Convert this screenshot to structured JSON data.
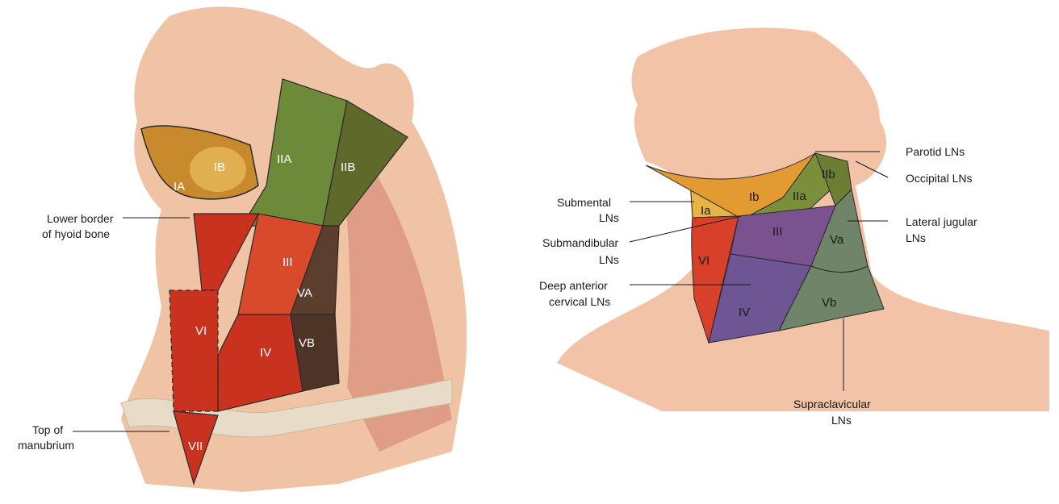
{
  "left_figure": {
    "zones": {
      "IA": "IA",
      "IB": "IB",
      "IIA": "IIA",
      "IIB": "IIB",
      "III": "III",
      "VA": "VA",
      "VB": "VB",
      "IV": "IV",
      "VI": "VI",
      "VII": "VII"
    },
    "labels": {
      "hyoid_line1": "Lower border",
      "hyoid_line2": "of hyoid bone",
      "manubrium_line1": "Top of",
      "manubrium_line2": "manubrium"
    }
  },
  "right_figure": {
    "zones": {
      "Ia": "Ia",
      "Ib": "Ib",
      "IIa": "IIa",
      "IIb": "IIb",
      "III": "III",
      "Va": "Va",
      "VI": "VI",
      "IV": "IV",
      "Vb": "Vb"
    },
    "labels": {
      "submental_1": "Submental",
      "submental_2": "LNs",
      "submandibular_1": "Submandibular",
      "submandibular_2": "LNs",
      "deep_anterior_1": "Deep anterior",
      "deep_anterior_2": "cervical LNs",
      "parotid": "Parotid LNs",
      "occipital": "Occipital LNs",
      "lateral_jugular_1": "Lateral jugular",
      "lateral_jugular_2": "LNs",
      "supraclavicular_1": "Supraclavicular",
      "supraclavicular_2": "LNs"
    }
  }
}
